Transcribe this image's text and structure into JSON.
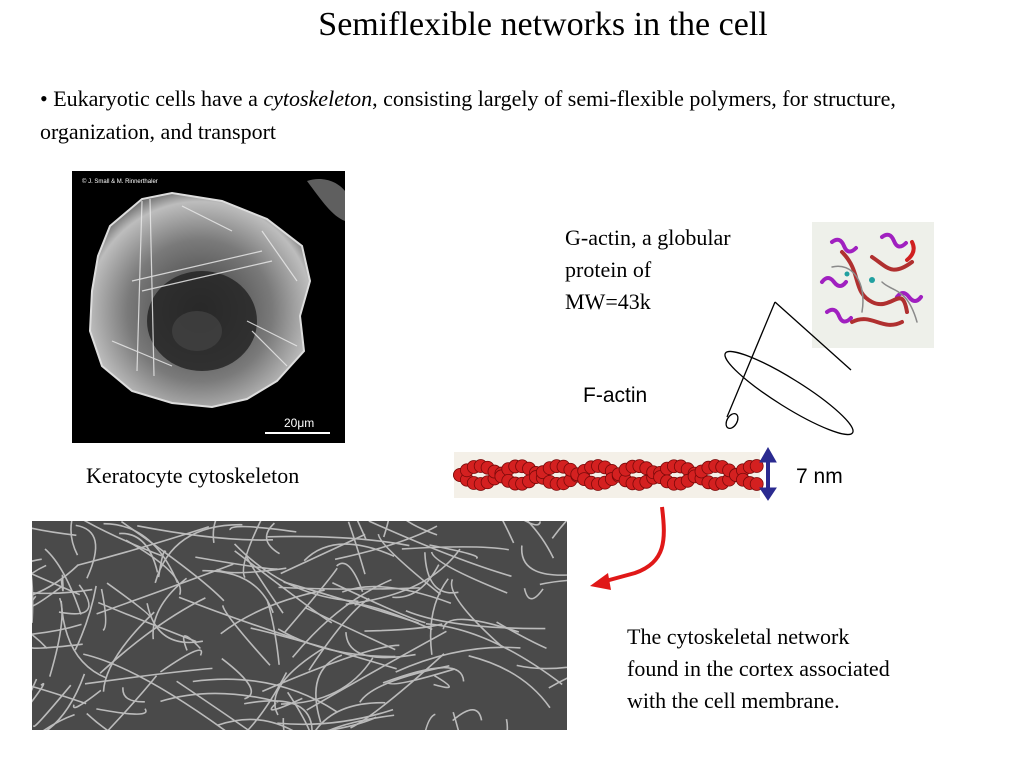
{
  "slide": {
    "title": "Semiflexible networks in the cell",
    "bullet": {
      "marker": "•",
      "text_before": "Eukaryotic cells have a ",
      "emphasis": "cytoskeleton",
      "text_after": ", consisting largely of semi-flexible polymers, for structure, organization, and transport"
    },
    "keratocyte": {
      "credit": "© J. Small & M. Rinnerthaler",
      "scale_label": "20μm",
      "caption": "Keratocyte cytoskeleton"
    },
    "g_actin": {
      "line1": "G-actin, a globular",
      "line2": "protein of",
      "line3": "MW=43k"
    },
    "f_actin": {
      "label": "F-actin",
      "size_label": "7 nm"
    },
    "network": {
      "line1": "The cytoskeletal network",
      "line2": "found in the cortex associated",
      "line3": "with the cell membrane."
    },
    "colors": {
      "actin_red": "#d42020",
      "arrow_red": "#e01818",
      "arrow_blue": "#2a2a90"
    }
  }
}
